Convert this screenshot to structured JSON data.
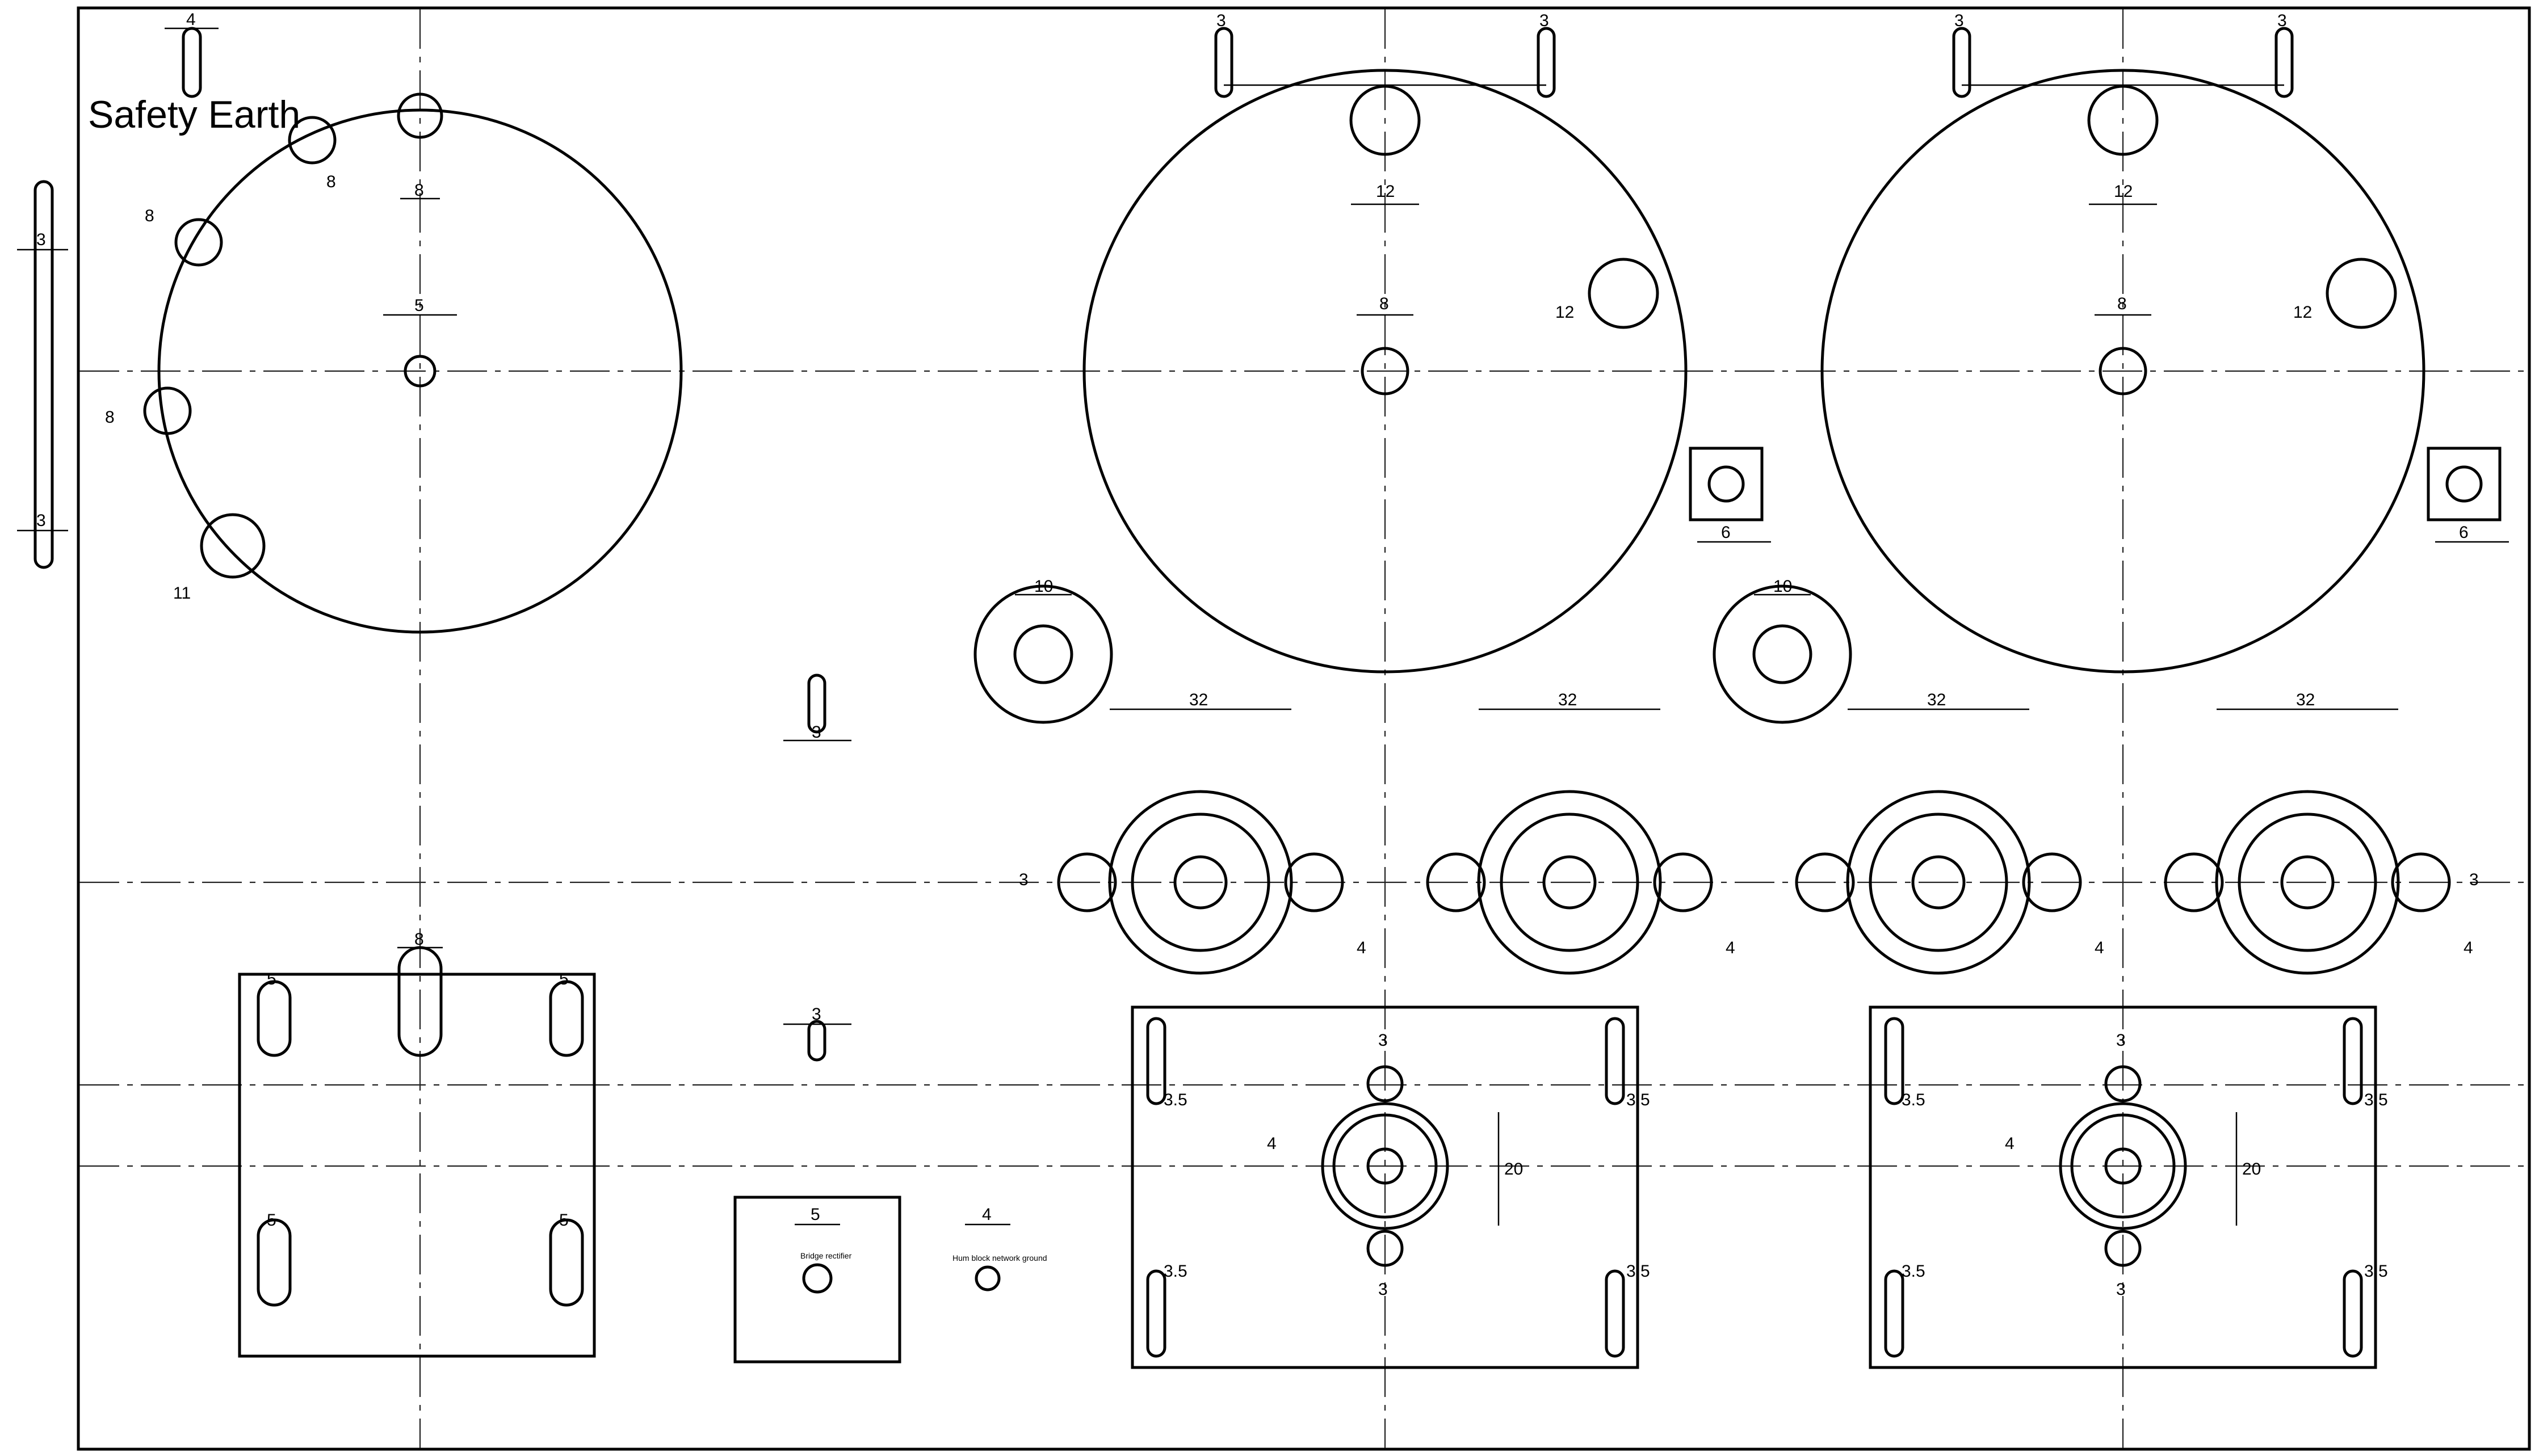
{
  "drawing": {
    "label_safety_earth": "Safety Earth",
    "label_bridge_rectifier": "Bridge rectifier",
    "label_hum_block": "Hum block network ground"
  },
  "dims": {
    "d_4": "4",
    "d_3": "3",
    "d_3_5": "3.5",
    "d_5": "5",
    "d_6": "6",
    "d_8": "8",
    "d_10": "10",
    "d_11": "11",
    "d_12": "12",
    "d_20": "20",
    "d_32": "32"
  }
}
